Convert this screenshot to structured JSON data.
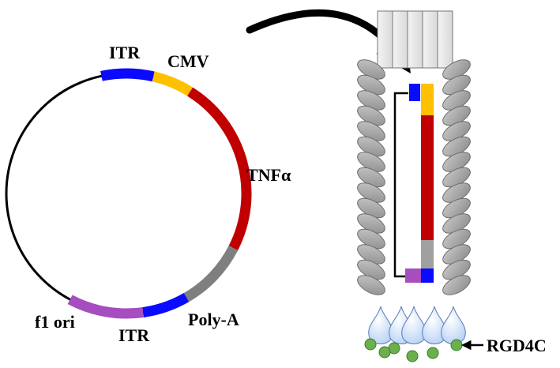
{
  "plasmid": {
    "labels": {
      "itr_top": "ITR",
      "cmv": "CMV",
      "tnf": "TNFα",
      "poly_a": "Poly-A",
      "itr_bottom": "ITR",
      "f1_ori": "f1 ori"
    },
    "segments": [
      {
        "name": "ITR",
        "start_deg": 258,
        "end_deg": 283,
        "color": "#0a0aff"
      },
      {
        "name": "CMV",
        "start_deg": 283,
        "end_deg": 302,
        "color": "#ffc000"
      },
      {
        "name": "TNFα",
        "start_deg": 302,
        "end_deg": 387,
        "color": "#c00000"
      },
      {
        "name": "Poly-A",
        "start_deg": 387,
        "end_deg": 420,
        "color": "#7f7f7f"
      },
      {
        "name": "ITR",
        "start_deg": 420,
        "end_deg": 442,
        "color": "#0a0aff"
      },
      {
        "name": "f1 ori",
        "start_deg": 442,
        "end_deg": 478,
        "color": "#a64dc0"
      }
    ],
    "backbone_color": "#000000"
  },
  "phage": {
    "ligand_label": "RGD4C",
    "insert_colors": {
      "itr": "#0a0aff",
      "cmv": "#ffc000",
      "tnf": "#c00000",
      "poly_a": "#a0a0a0",
      "f1_ori": "#a64dc0"
    },
    "coat_color": "#9a9a9a",
    "pIII_color": "#d6e6ff",
    "ligand_color": "#6ab04c"
  }
}
